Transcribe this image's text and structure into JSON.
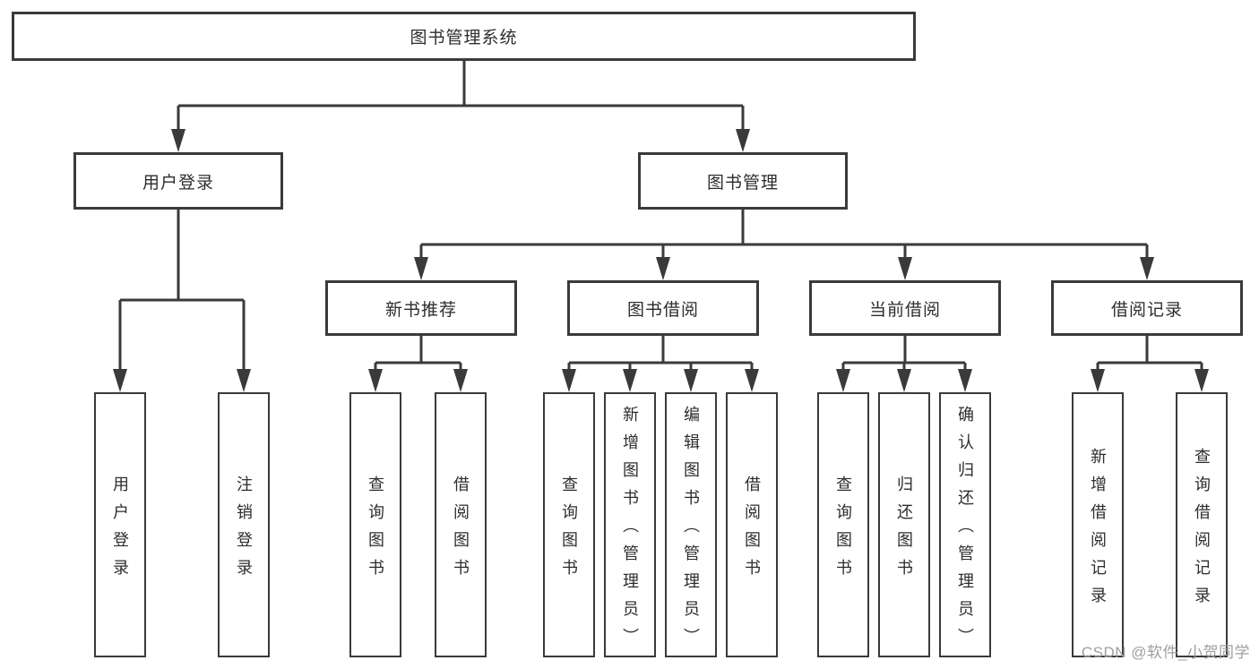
{
  "tree": {
    "label": "图书管理系统",
    "children": [
      {
        "label": "用户登录",
        "children": [
          {
            "label": "用户登录"
          },
          {
            "label": "注销登录"
          }
        ]
      },
      {
        "label": "图书管理",
        "children": [
          {
            "label": "新书推荐",
            "children": [
              {
                "label": "查询图书"
              },
              {
                "label": "借阅图书"
              }
            ]
          },
          {
            "label": "图书借阅",
            "children": [
              {
                "label": "查询图书"
              },
              {
                "label": "新增图书（管理员）"
              },
              {
                "label": "编辑图书（管理员）"
              },
              {
                "label": "借阅图书"
              }
            ]
          },
          {
            "label": "当前借阅",
            "children": [
              {
                "label": "查询图书"
              },
              {
                "label": "归还图书"
              },
              {
                "label": "确认归还（管理员）"
              }
            ]
          },
          {
            "label": "借阅记录",
            "children": [
              {
                "label": "新增借阅记录"
              },
              {
                "label": "查询借阅记录"
              }
            ]
          }
        ]
      }
    ]
  },
  "watermark": {
    "text": "CSDN @软件_小贺同学",
    "color": "#9e9e9e"
  },
  "colors": {
    "line": "#3a3a3a",
    "text": "#2d2d2d",
    "background": "#ffffff"
  },
  "icons": {
    "arrowhead": "filled-down-triangle"
  }
}
